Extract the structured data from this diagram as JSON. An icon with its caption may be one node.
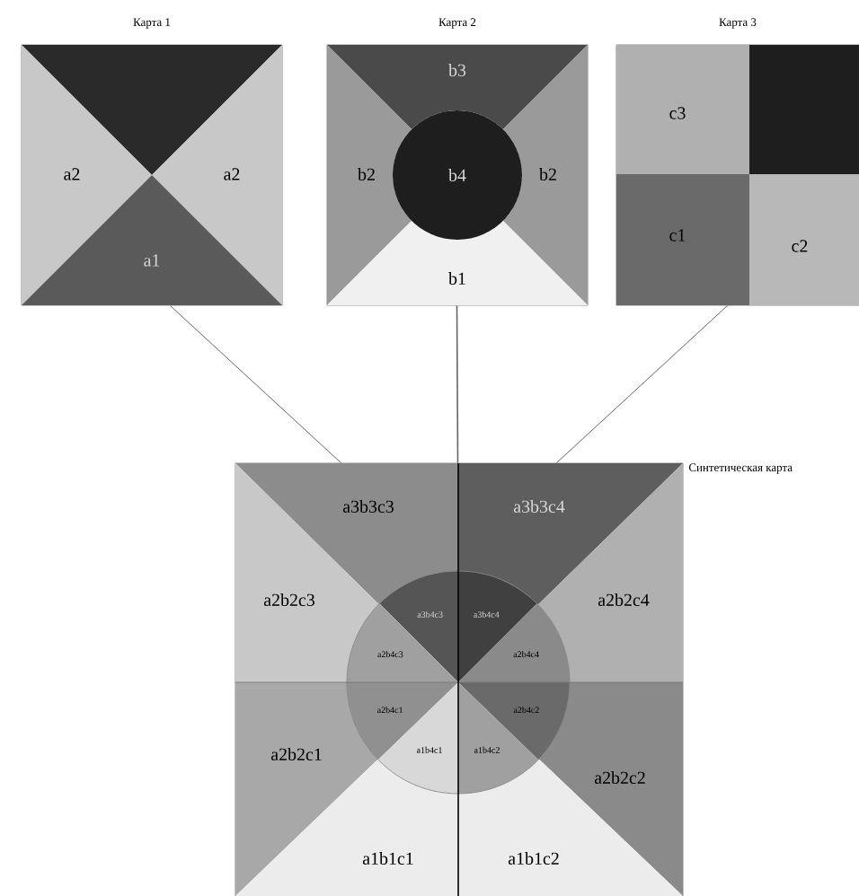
{
  "diagram": {
    "nodes": [
      {
        "text": [
          "Карта 1"
        ]
      },
      {
        "text": [],
        "shape": "triangle",
        "in": 0
      },
      {
        "text": [
          "a2"
        ],
        "in": 0
      },
      {
        "text": [
          "a2"
        ],
        "in": 0
      },
      {
        "text": [
          "a1"
        ],
        "in": 0
      },
      {
        "text": [
          "Карта 2"
        ]
      },
      {
        "text": [
          "b3"
        ],
        "in": 5
      },
      {
        "text": [
          "b2"
        ],
        "in": 5
      },
      {
        "text": [
          "b2"
        ],
        "in": 5
      },
      {
        "text": [
          "b1"
        ],
        "in": 5
      },
      {
        "text": [
          "b4"
        ],
        "in": 5
      },
      {
        "text": [
          "Карта 3"
        ]
      },
      {
        "text": [
          "c3"
        ],
        "in": 11
      },
      {
        "text": [],
        "shape": "box",
        "in": 11
      },
      {
        "text": [
          "c1"
        ],
        "in": 11
      },
      {
        "text": [
          "c2"
        ],
        "in": 11
      },
      {
        "text": [
          "Синтетическая карта"
        ]
      },
      {
        "text": [
          "a3b3c3"
        ],
        "in": 16
      },
      {
        "text": [
          "a3b3c4"
        ],
        "in": 16
      },
      {
        "text": [
          "a2b2c3"
        ],
        "in": 16
      },
      {
        "text": [
          "a2b2c4"
        ],
        "in": 16
      },
      {
        "text": [
          "a2b2c1"
        ],
        "in": 16
      },
      {
        "text": [
          "a2b2c2"
        ],
        "in": 16
      },
      {
        "text": [
          "a1b1c1"
        ],
        "in": 16
      },
      {
        "text": [
          "a1b1c2"
        ],
        "in": 16
      },
      {
        "text": [
          "a3b4c3"
        ],
        "in": 16
      },
      {
        "text": [
          "a3b4c4"
        ],
        "in": 16
      },
      {
        "text": [
          "a2b4c3"
        ],
        "in": 16
      },
      {
        "text": [
          "a2b4c4"
        ],
        "in": 16
      },
      {
        "text": [
          "a2b4c1"
        ],
        "in": 16
      },
      {
        "text": [
          "a2b4c2"
        ],
        "in": 16
      },
      {
        "text": [
          "a1b4c1"
        ],
        "in": 16
      },
      {
        "text": [
          "a1b4c2"
        ],
        "in": 16
      }
    ],
    "edges": [
      {
        "from": 0,
        "to": 16,
        "arrow": "none"
      },
      {
        "from": 5,
        "to": 16,
        "arrow": "none"
      },
      {
        "from": 11,
        "to": 16,
        "arrow": "none"
      }
    ]
  }
}
